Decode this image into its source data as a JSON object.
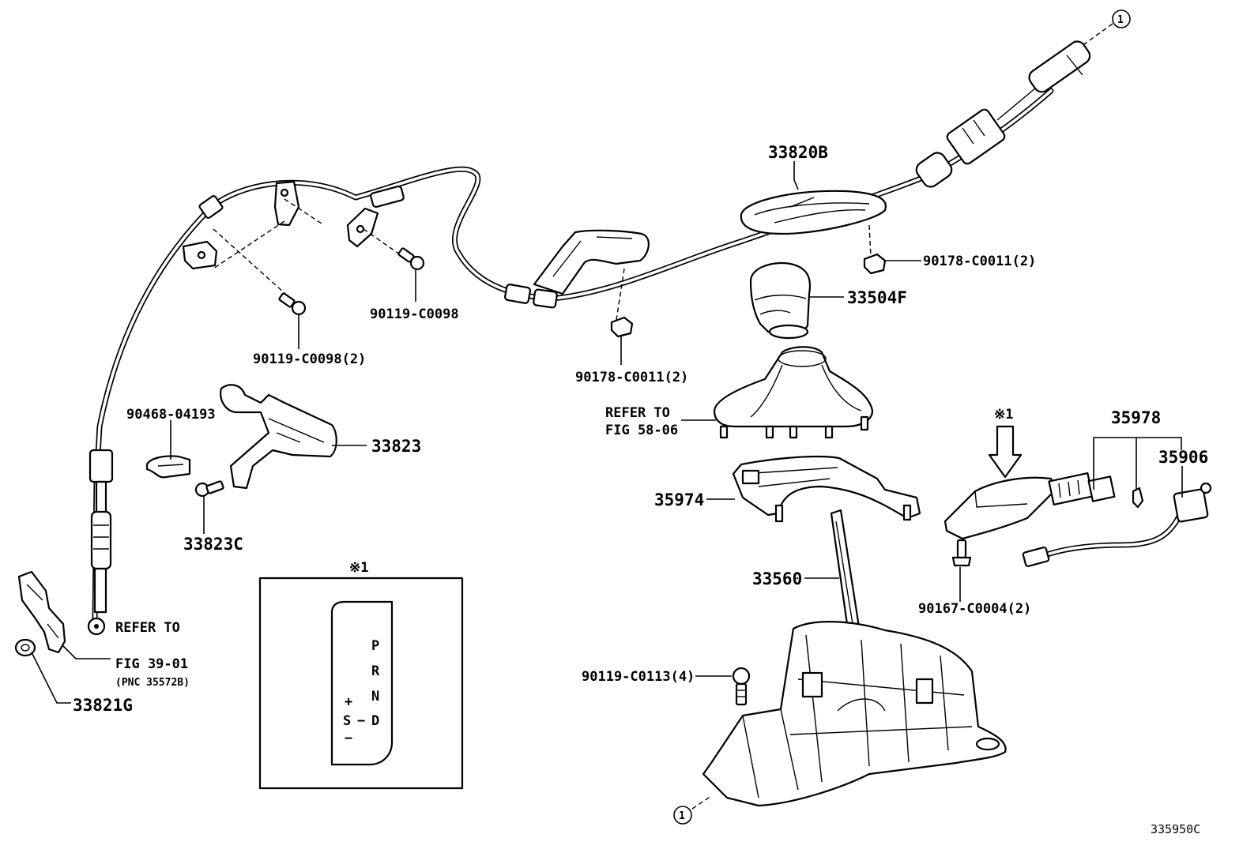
{
  "diagram_id": "335950C",
  "callout_marker": "1",
  "inset_marker": "※1",
  "shift_gate_letters": [
    "P",
    "R",
    "N",
    "D"
  ],
  "shift_gate_s": "S",
  "shift_gate_plus": "+",
  "shift_gate_minus": "−",
  "shift_gate_dash": "−",
  "parts": {
    "p33820B": "33820B",
    "p90178_top": "90178-C0011(2)",
    "p33504F": "33504F",
    "p90178_mid": "90178-C0011(2)",
    "p90119_a": "90119-C0098",
    "p90119_b": "90119-C0098(2)",
    "p90468": "90468-04193",
    "p33823": "33823",
    "p33823C": "33823C",
    "p33821G": "33821G",
    "p35974": "35974",
    "p33560": "33560",
    "p35978": "35978",
    "p35906": "35906",
    "p90167": "90167-C0004(2)",
    "p90119_c": "90119-C0113(4)"
  },
  "refer_58": {
    "line1": "REFER TO",
    "line2": "FIG 58-06"
  },
  "refer_39": {
    "line1": "REFER TO",
    "line2": "FIG 39-01",
    "line3": "(PNC 35572B)"
  }
}
